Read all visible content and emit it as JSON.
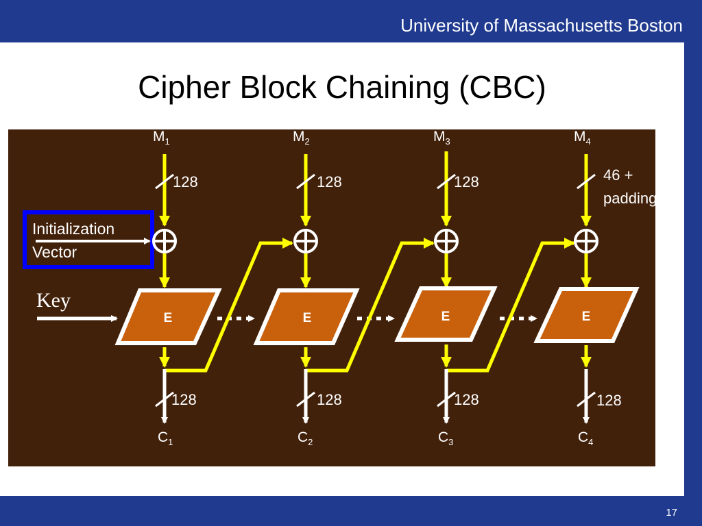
{
  "header": {
    "institution": "University of Massachusetts Boston"
  },
  "slide": {
    "title": "Cipher Block Chaining (CBC)",
    "page_number": "17"
  },
  "diagram": {
    "colors": {
      "background": "#42210b",
      "encryption_box": "#c8600c",
      "chain_lines": "#ffff00",
      "iv_border": "#0000ff",
      "arrows": "#ffffff"
    },
    "iv_label_line1": "Initialization",
    "iv_label_line2": "Vector",
    "key_label": "Key",
    "blocks": [
      {
        "msg": "M",
        "msg_sub": "1",
        "in_bits_1": "128",
        "in_bits_2": "",
        "cipher_label": "E",
        "out_bits": "128",
        "ct": "C",
        "ct_sub": "1"
      },
      {
        "msg": "M",
        "msg_sub": "2",
        "in_bits_1": "128",
        "in_bits_2": "",
        "cipher_label": "E",
        "out_bits": "128",
        "ct": "C",
        "ct_sub": "2"
      },
      {
        "msg": "M",
        "msg_sub": "3",
        "in_bits_1": "128",
        "in_bits_2": "",
        "cipher_label": "E",
        "out_bits": "128",
        "ct": "C",
        "ct_sub": "3"
      },
      {
        "msg": "M",
        "msg_sub": "4",
        "in_bits_1": "46 +",
        "in_bits_2": "padding",
        "cipher_label": "E",
        "out_bits": "128",
        "ct": "C",
        "ct_sub": "4"
      }
    ]
  }
}
